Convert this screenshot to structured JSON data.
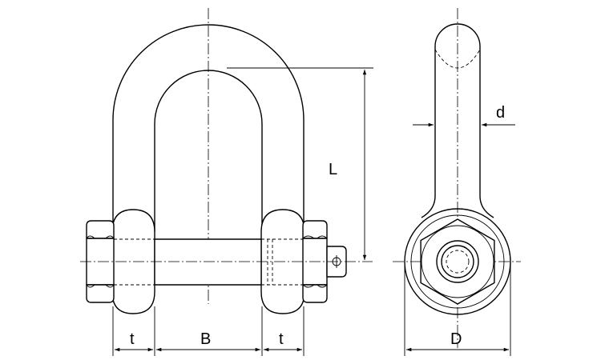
{
  "labels": {
    "t_left": "t",
    "b": "B",
    "t_right": "t",
    "l": "L",
    "d_small": "d",
    "d_large": "D"
  }
}
